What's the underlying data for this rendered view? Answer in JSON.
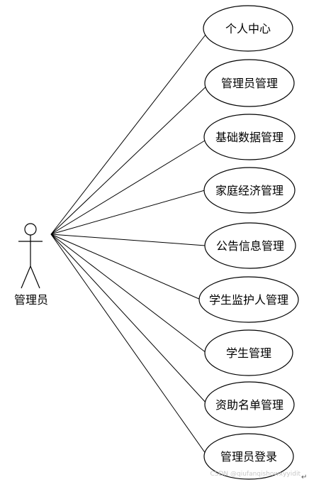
{
  "actor": {
    "label": "管理员"
  },
  "use_cases": [
    {
      "label": "个人中心"
    },
    {
      "label": "管理员管理"
    },
    {
      "label": "基础数据管理"
    },
    {
      "label": "家庭经济管理"
    },
    {
      "label": "公告信息管理"
    },
    {
      "label": "学生监护人管理"
    },
    {
      "label": "学生管理"
    },
    {
      "label": "资助名单管理"
    },
    {
      "label": "管理员登录"
    }
  ],
  "watermark": "CSDN @qiufanqishowxyyidit",
  "return_mark": "↵"
}
